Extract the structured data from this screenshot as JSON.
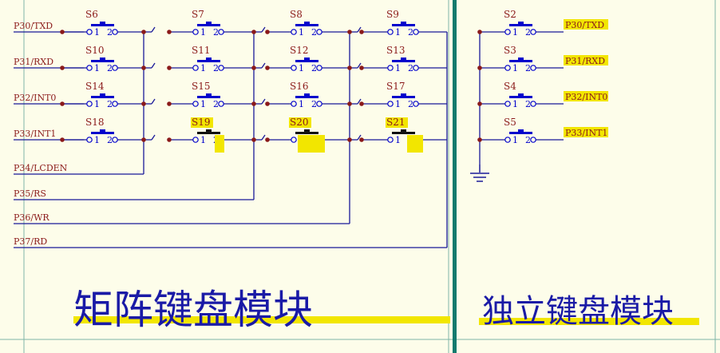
{
  "matrix": {
    "title": "矩阵键盘模块",
    "row_labels": [
      "P30/TXD",
      "P31/RXD",
      "P32/INT0",
      "P33/INT1"
    ],
    "col_labels": [
      "P34/LCDEN",
      "P35/RS",
      "P36/WR",
      "P37/RD"
    ],
    "switches": [
      [
        "S6",
        "S7",
        "S8",
        "S9"
      ],
      [
        "S10",
        "S11",
        "S12",
        "S13"
      ],
      [
        "S14",
        "S15",
        "S16",
        "S17"
      ],
      [
        "S18",
        "S19",
        "S20",
        "S21"
      ]
    ],
    "highlighted_switches": [
      "S19",
      "S20",
      "S21"
    ]
  },
  "independent": {
    "title": "独立键盘模块",
    "switches": [
      "S2",
      "S3",
      "S4",
      "S5"
    ],
    "net_labels": [
      "P30/TXD",
      "P31/RXD",
      "P32/INT0",
      "P33/INT1"
    ]
  },
  "pin_labels": {
    "left": "1",
    "right": "2"
  },
  "colors": {
    "wire": "#1a1a99",
    "switch": "#0000cc",
    "junction": "#8b1a1a",
    "text": "#8b1a1a",
    "highlight": "#f2e600",
    "divider": "#137a6e",
    "background": "#fdfdea"
  }
}
